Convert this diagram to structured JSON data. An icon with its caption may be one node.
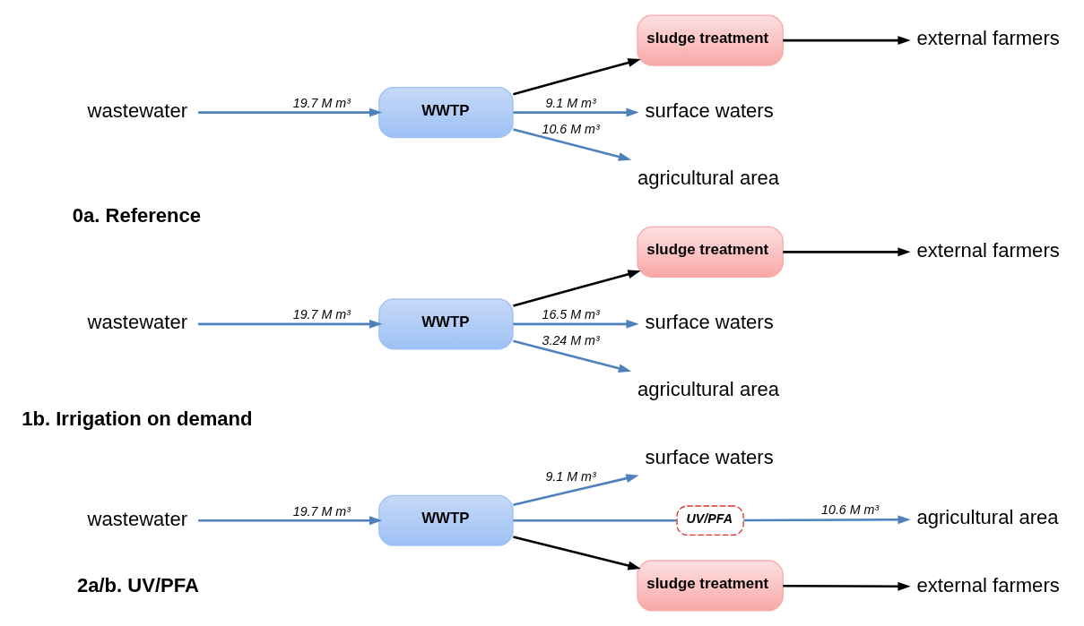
{
  "diagram": {
    "nodes": [
      {
        "text": [
          "wastewater"
        ]
      },
      {
        "text": [
          "WWTP"
        ]
      },
      {
        "text": [
          "sludge treatment"
        ]
      },
      {
        "text": [
          "surface waters"
        ]
      },
      {
        "text": [
          "agricultural area"
        ]
      },
      {
        "text": [
          "external farmers"
        ]
      },
      {
        "text": [
          "wastewater"
        ]
      },
      {
        "text": [
          "WWTP"
        ]
      },
      {
        "text": [
          "sludge treatment"
        ]
      },
      {
        "text": [
          "surface waters"
        ]
      },
      {
        "text": [
          "agricultural area"
        ]
      },
      {
        "text": [
          "external farmers"
        ]
      },
      {
        "text": [
          "wastewater"
        ]
      },
      {
        "text": [
          "WWTP"
        ]
      },
      {
        "text": [
          "surface waters"
        ]
      },
      {
        "text": [
          "UV/PFA"
        ]
      },
      {
        "text": [
          "agricultural area"
        ]
      },
      {
        "text": [
          "sludge treatment"
        ]
      },
      {
        "text": [
          "external farmers"
        ]
      }
    ],
    "edges": [
      {
        "from": 0,
        "to": 1,
        "arrow": "to",
        "label": "19.7 M m³"
      },
      {
        "from": 1,
        "to": 3,
        "arrow": "to",
        "label": "9.1 M m³"
      },
      {
        "from": 1,
        "to": 4,
        "arrow": "to",
        "label": "10.6 M m³"
      },
      {
        "from": 1,
        "to": 2,
        "arrow": "to",
        "color": "#000000"
      },
      {
        "from": 2,
        "to": 5,
        "arrow": "to",
        "color": "#000000"
      },
      {
        "from": 6,
        "to": 7,
        "arrow": "to",
        "label": "19.7 M m³"
      },
      {
        "from": 7,
        "to": 9,
        "arrow": "to",
        "label": "16.5 M m³"
      },
      {
        "from": 7,
        "to": 10,
        "arrow": "to",
        "label": "3.24 M m³"
      },
      {
        "from": 7,
        "to": 8,
        "arrow": "to",
        "color": "#000000"
      },
      {
        "from": 8,
        "to": 11,
        "arrow": "to",
        "color": "#000000"
      },
      {
        "from": 12,
        "to": 13,
        "arrow": "to",
        "label": "19.7 M m³"
      },
      {
        "from": 13,
        "to": 14,
        "arrow": "to",
        "label": "9.1 M m³"
      },
      {
        "from": 13,
        "to": 15,
        "arrow": "none"
      },
      {
        "from": 15,
        "to": 16,
        "arrow": "to",
        "label": "10.6 M m³"
      },
      {
        "from": 13,
        "to": 17,
        "arrow": "to",
        "color": "#000000"
      },
      {
        "from": 17,
        "to": 18,
        "arrow": "to",
        "color": "#000000"
      }
    ],
    "labels": [
      "0a. Reference",
      "1b. Irrigation on demand",
      "2a/b. UV/PFA"
    ]
  }
}
